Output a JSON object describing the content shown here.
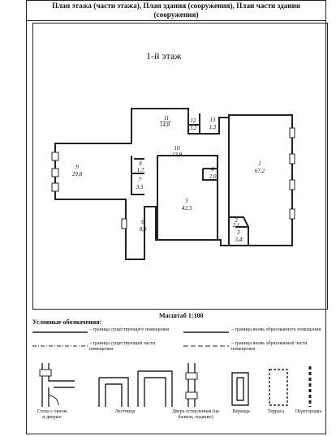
{
  "header": {
    "title_line1": "План этажа (части этажа), План здания (сооружения), План части здания",
    "title_line2": "(сооружения)"
  },
  "plan": {
    "floor_title": "1-й этаж",
    "rooms": [
      {
        "num": "11",
        "area": "14,8"
      },
      {
        "num": "12",
        "area": "3,2"
      },
      {
        "num": "13",
        "area": "1,3"
      },
      {
        "num": "10",
        "area": "13,9"
      },
      {
        "num": "9",
        "area": "29,8"
      },
      {
        "num": "8",
        "area": "1,7"
      },
      {
        "num": "7",
        "area": "3,3"
      },
      {
        "num": "4",
        "area": "2,0"
      },
      {
        "num": "5",
        "area": "42,3"
      },
      {
        "num": "1",
        "area": "67,2"
      },
      {
        "num": "2",
        "area": "2,1"
      },
      {
        "num": "3",
        "area": "3,4"
      },
      {
        "num": "6",
        "area": "8,0"
      }
    ]
  },
  "scale": "Масштаб 1:100",
  "legend": {
    "title": "Условные обозначения:",
    "items": [
      "– граница существующего помещения",
      "– граница существующей части помещения",
      "– граница вновь образованного помещения",
      "– граница вновь образованной части помещения"
    ],
    "symbols": [
      "Стена с окном и дверью",
      "Лестница",
      "Дверь остекленная (на балкон, лоджию)",
      "Веранда",
      "Терраса",
      "Перегородка"
    ]
  }
}
